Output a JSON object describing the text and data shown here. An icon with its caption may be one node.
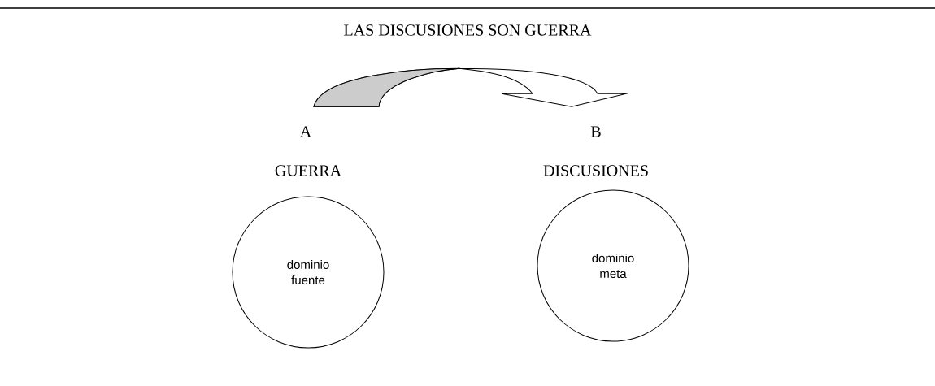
{
  "diagram": {
    "title": "LAS DISCUSIONES SON GUERRA",
    "nodes": [
      {
        "text": [
          "A"
        ]
      },
      {
        "text": [
          "B"
        ]
      },
      {
        "text": [
          "GUERRA",
          "dominio fuente"
        ]
      },
      {
        "text": [
          "DISCUSIONES",
          "dominio meta"
        ]
      }
    ],
    "edges": [
      {
        "from": 0,
        "to": 1,
        "arrow": "to"
      }
    ]
  }
}
